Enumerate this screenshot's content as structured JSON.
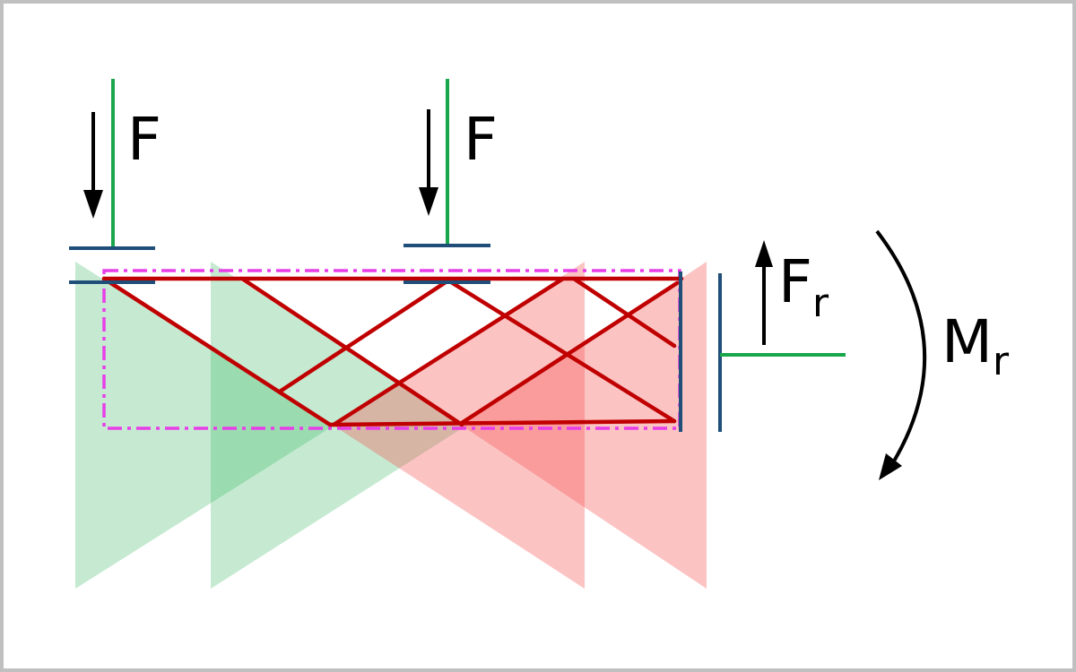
{
  "labels": {
    "force_left": "F",
    "force_mid": "F",
    "reaction_force_main": "F",
    "reaction_force_sub": "r",
    "reaction_moment_main": "M",
    "reaction_moment_sub": "r"
  },
  "colors": {
    "frame_border": "#c0c0c0",
    "green_fill": "#2db35a",
    "red_fill": "#f55252",
    "truss": "#c00000",
    "green_line": "#1aa64a",
    "blue_line": "#1f4e79",
    "dash_box": "#e83ee8",
    "arrow": "#000000"
  }
}
